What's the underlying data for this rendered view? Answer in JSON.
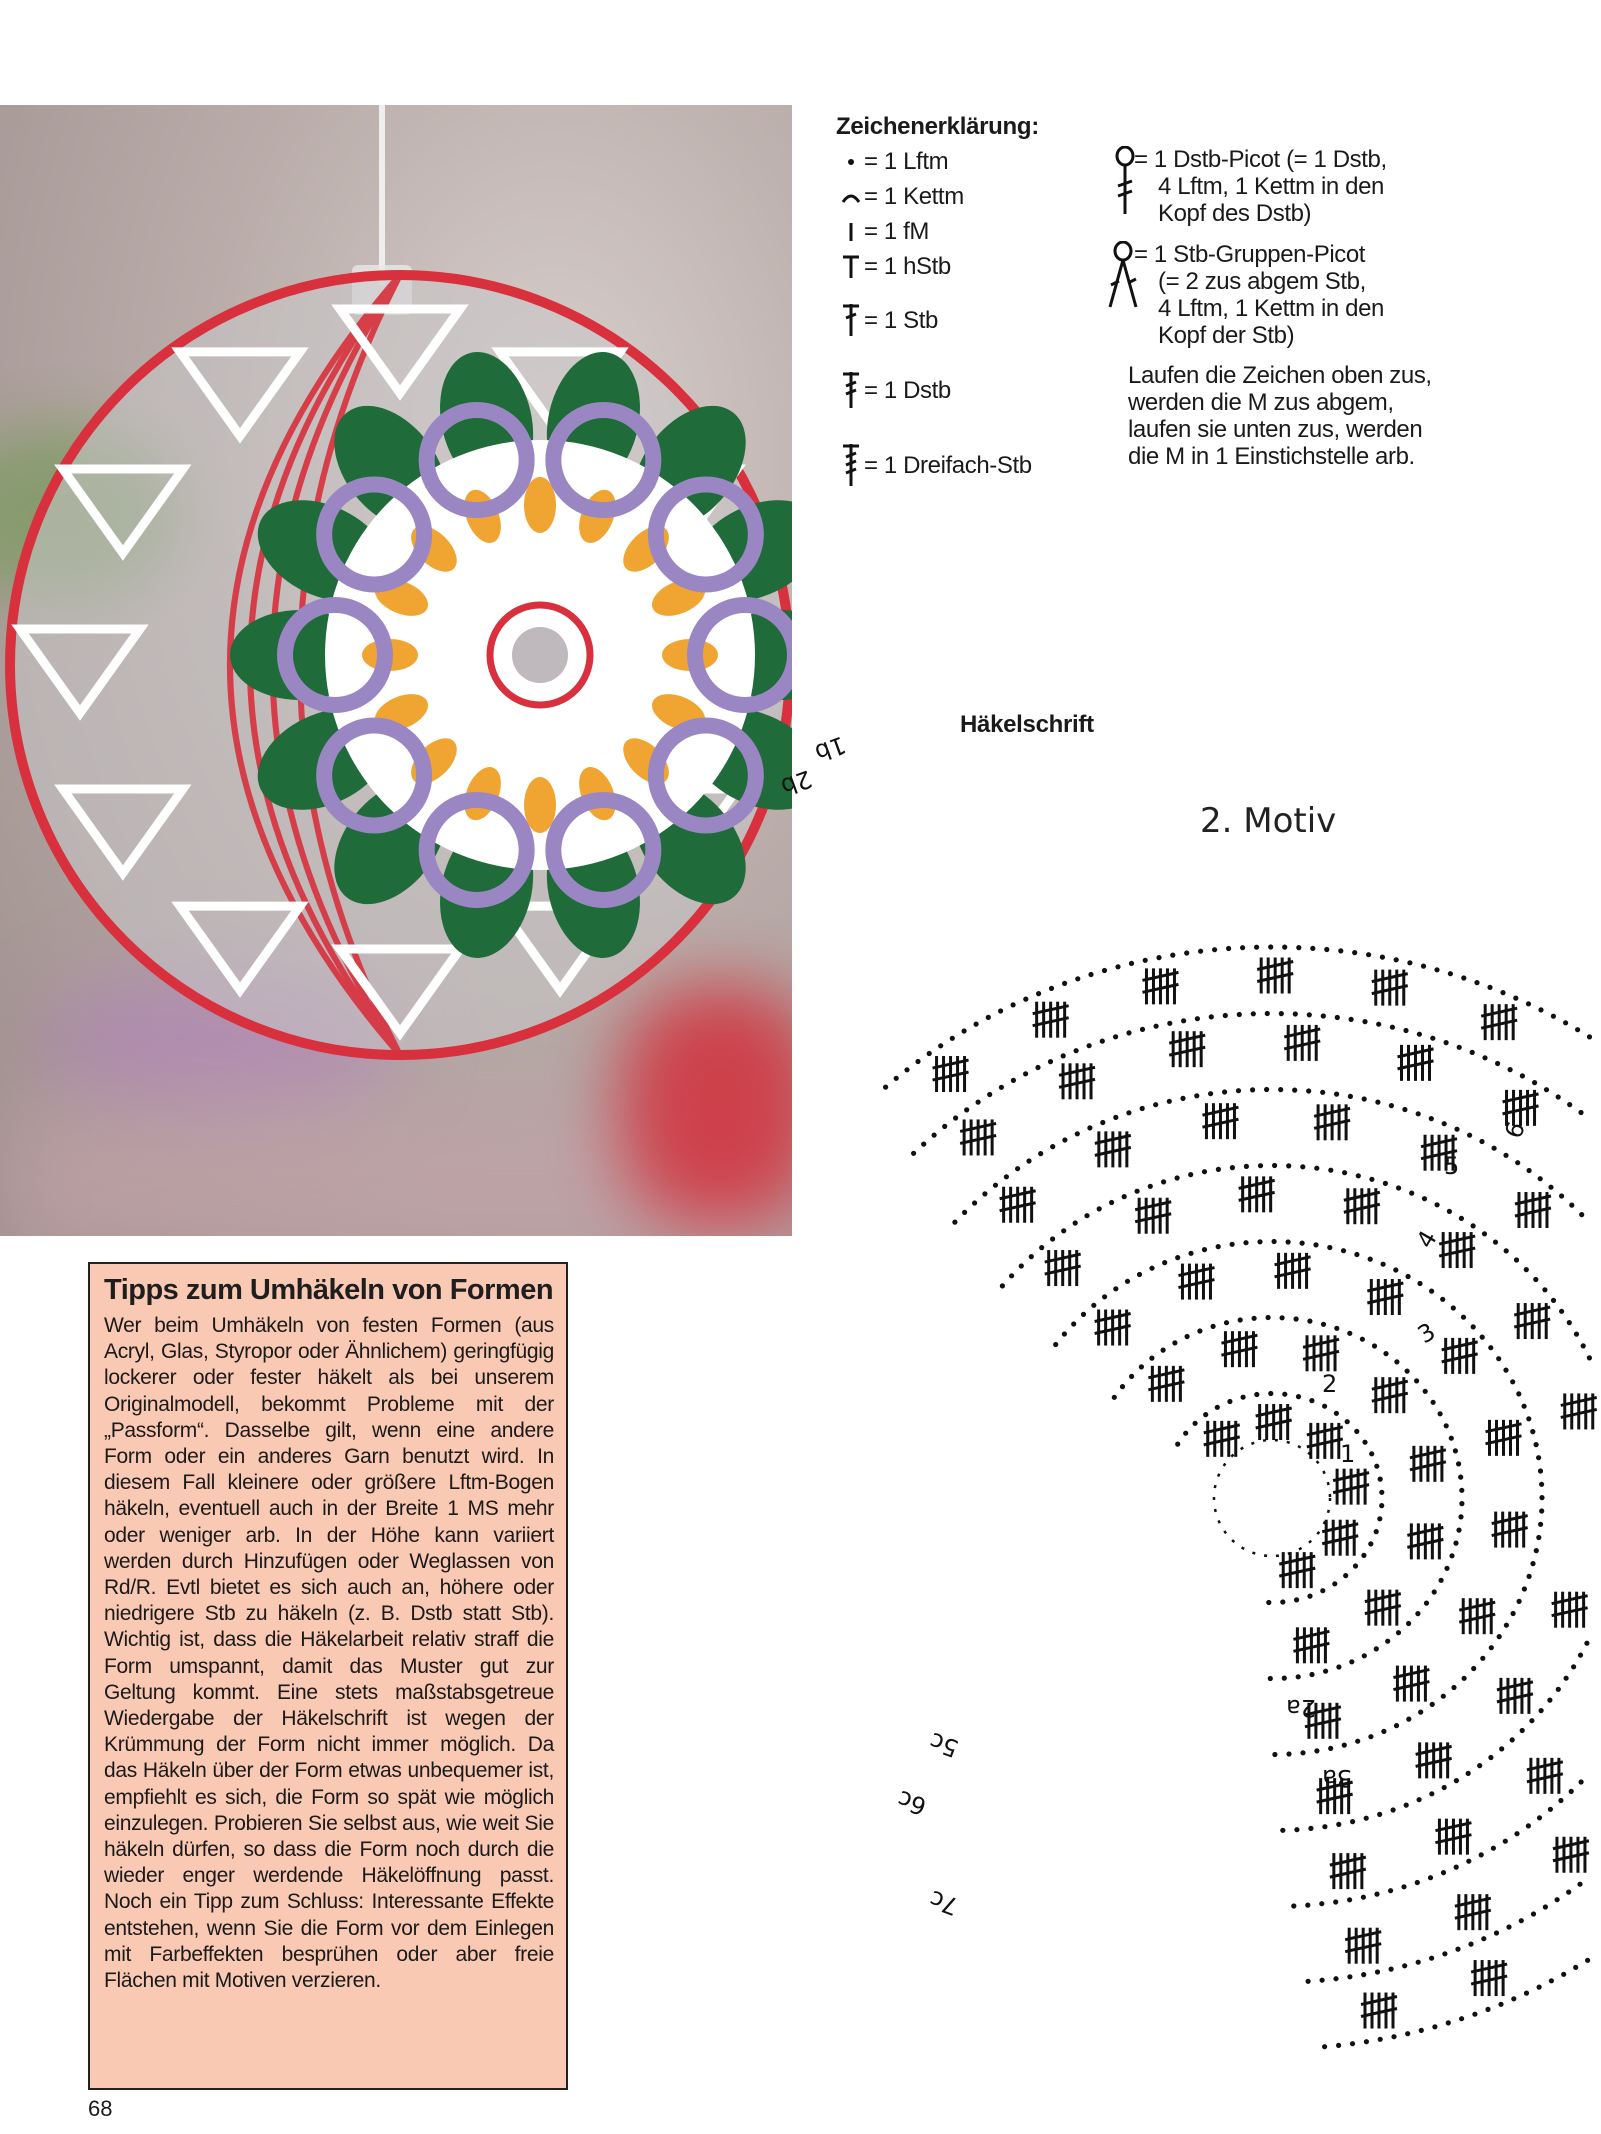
{
  "legend": {
    "title": "Zeichenerklärung:",
    "left_items": [
      {
        "icon": "dot-icon",
        "text": "= 1 Lftm"
      },
      {
        "icon": "arc-icon",
        "text": "= 1 Kettm"
      },
      {
        "icon": "bar-icon",
        "text": "= 1 fM"
      },
      {
        "icon": "t-icon",
        "text": "= 1 hStb"
      },
      {
        "icon": "cross-one-icon",
        "text": "= 1 Stb"
      },
      {
        "icon": "cross-two-icon",
        "text": "= 1 Dstb"
      },
      {
        "icon": "cross-three-icon",
        "text": "= 1 Dreifach-Stb"
      }
    ],
    "right_items": [
      {
        "icon": "picot-dstb-icon",
        "lines": [
          "= 1 Dstb-Picot (= 1 Dstb,",
          "4 Lftm, 1 Kettm in den",
          "Kopf des Dstb)"
        ]
      },
      {
        "icon": "picot-group-icon",
        "lines": [
          "= 1 Stb-Gruppen-Picot",
          "(= 2 zus abgem Stb,",
          "4 Lftm, 1 Kettm in den",
          "Kopf der Stb)"
        ]
      }
    ],
    "note_lines": [
      "Laufen die Zeichen oben zus,",
      "werden die M zus abgem,",
      "laufen sie unten zus, werden",
      "die M in 1 Einstichstelle arb."
    ]
  },
  "diagram": {
    "heading": "Häkelschrift",
    "motif_label": "2. Motiv",
    "round_labels": [
      "1b",
      "2b",
      "6",
      "5",
      "4",
      "3",
      "2",
      "1",
      "2a",
      "3a",
      "5c",
      "6c",
      "7c"
    ]
  },
  "tips": {
    "title": "Tipps zum Umhäkeln von Formen",
    "body": "Wer beim Umhäkeln von festen Formen (aus Acryl, Glas, Styropor oder Ähnlichem) ge­ringfügig lockerer oder fester häkelt als bei unserem Originalmodell, bekommt Probleme mit der „Passform“. Dasselbe gilt, wenn eine andere Form oder ein anderes Garn benutzt wird. In diesem Fall kleinere oder größere Lftm-Bogen häkeln, eventuell auch in der Breite 1 MS mehr oder weniger arb. In der Höhe kann variiert werden durch Hinzufügen oder Weglassen von Rd/R. Evtl bietet es sich auch an, höhere oder niedrigere Stb zu häkeln (z. B. Dstb statt Stb). Wichtig ist, dass die Häkelarbeit relativ straff die Form umspannt, damit das Muster gut zur Geltung kommt. Eine stets maßstabsgetreue Wiedergabe der Hä­kelschrift ist wegen der Krümmung der Form nicht immer möglich. Da das Häkeln über der Form etwas unbequemer ist, empfiehlt es sich, die Form so spät wie möglich einzulegen. Probieren Sie selbst aus, wie weit Sie häkeln dürfen, so dass die Form noch durch die wie­der enger werdende Häkelöffnung passt. Noch ein Tipp zum Schluss: Interessante Effekte entstehen, wenn Sie die Form vor dem Ein­legen mit Farbeffekten besprühen oder aber freie Flächen mit Motiven verzieren."
  },
  "page_number": "68",
  "colors": {
    "tip_box_bg": "#f9c9b4",
    "thread_red": "#d8303c",
    "thread_green": "#1f6b3a",
    "thread_lilac": "#9b86c4",
    "thread_yellow": "#f0a532"
  }
}
